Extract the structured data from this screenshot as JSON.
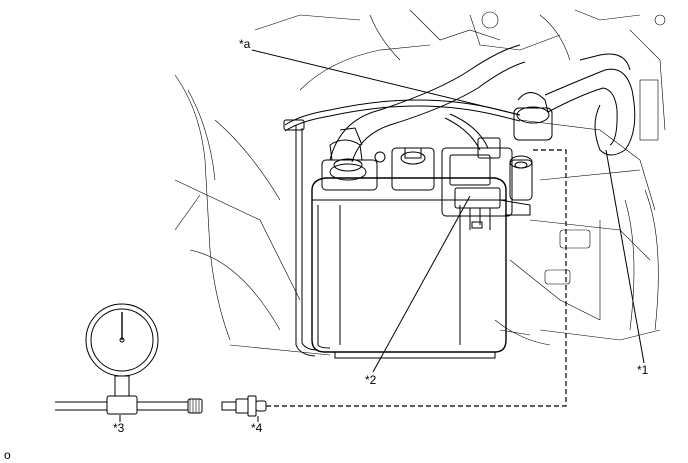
{
  "labels": {
    "a": "*a",
    "one": "*1",
    "two": "*2",
    "three": "*3",
    "four": "*4",
    "corner": "o"
  }
}
